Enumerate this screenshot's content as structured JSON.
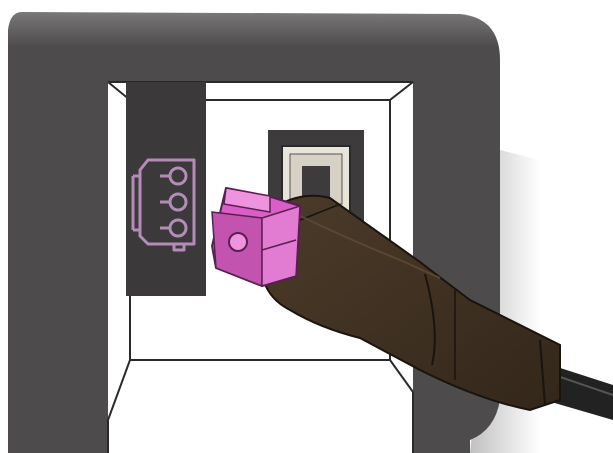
{
  "illustration": {
    "subject": "printer-port-with-power-cable",
    "parts": {
      "printer_housing": "printer-housing",
      "port_recess": "port-recess",
      "power_socket": "power-socket-pink-outline",
      "usb_port": "usb-b-port",
      "power_plug": "pink-power-plug",
      "cable_boot": "brown-cable-boot",
      "cable": "black-cable"
    }
  },
  "colors": {
    "housing": "#4d4b4c",
    "housing_edge": "#3a3839",
    "recess_bg": "#ffffff",
    "socket_panel": "#3b393a",
    "socket_outline": "#b38cb8",
    "usb_frame": "#3d3b3c",
    "usb_inner": "#e9e4da",
    "plug_pink": "#d95fc6",
    "plug_pink_light": "#ee93dd",
    "plug_pink_dark": "#b2469f",
    "boot_brown": "#3b2d1f",
    "boot_brown_light": "#4a3a29",
    "cable_black": "#222222"
  }
}
